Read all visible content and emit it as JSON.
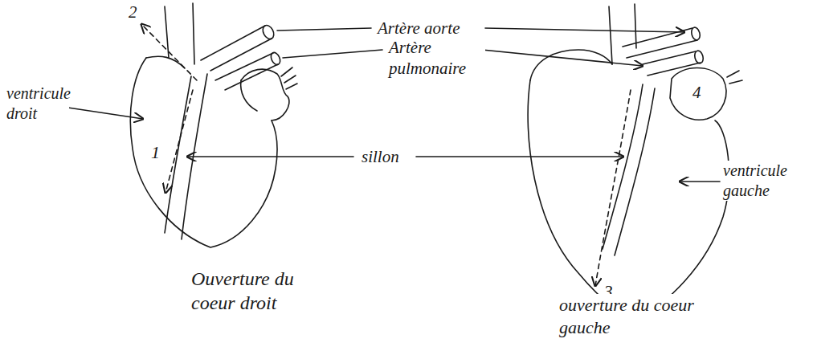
{
  "diagram": {
    "labels": [
      "2",
      "Artère aorte",
      "Artère pulmonaire",
      "ventricule droit",
      "1",
      "sillon",
      "Ouverture du coeur droit",
      "3",
      "4",
      "ventricule gauche",
      "ouverture du coeur gauche"
    ]
  }
}
